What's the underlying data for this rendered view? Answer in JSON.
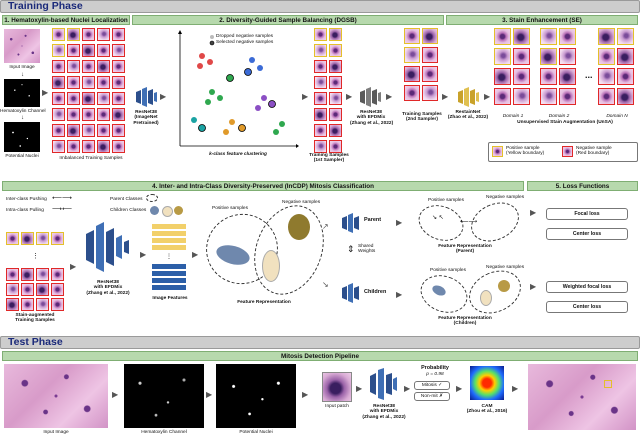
{
  "training_phase": {
    "title": "Training Phase"
  },
  "test_phase": {
    "title": "Test Phase"
  },
  "sections": {
    "s1": "1. Hematoxylin-based Nuclei Localization",
    "s2": "2. Diversity-Guided Sample Balancing (DGSB)",
    "s3": "3. Stain Enhancement (SE)",
    "s4": "4. Inter- and Intra-Class Diversity-Preserved (InCDP) Mitosis Classification",
    "s5": "5. Loss Functions",
    "pipeline": "Mitosis Detection Pipeline"
  },
  "s1": {
    "input_image": "Input Image",
    "hematoxylin_channel": "Hematoxylin Channel",
    "potential_nuclei": "Potential Nuclei",
    "imbalanced": "Imbalanced Training Samples"
  },
  "s2": {
    "resnet_a": "ResNet38",
    "resnet_b": "(ImageNet",
    "resnet_c": "Pretrained)",
    "legend_dropped": "Dropped negative samples",
    "legend_selected": "Selected negative samples",
    "clustering": "k-class feature clustering",
    "ts1_a": "Training Samples",
    "ts1_b": "(1st Sampler)",
    "efd_a": "ResNet38",
    "efd_b": "with EFDMix",
    "efd_c": "(Zhang et al., 2022)",
    "ts2_a": "Training Samples",
    "ts2_b": "(2nd Sampler)"
  },
  "s3": {
    "restain_a": "RestainNet",
    "restain_b": "(Zhao et al., 2022)",
    "domain1": "Domain 1",
    "domain2": "Domain 2",
    "domainN": "Domain N",
    "ellipsis": "...",
    "unsa": "Unsupervised Stain Augmentation (UnSA)",
    "pos_a": "Positive sample",
    "pos_b": "(Yellow boundary)",
    "neg_a": "Negative sample",
    "neg_b": "(Red boundary)"
  },
  "s4": {
    "inter": "Inter-class Pushing",
    "intra": "Intra-class Pulling",
    "parent_classes": "Parent Classes",
    "children_classes": "Children Classes",
    "stain_a": "Stain-augmented",
    "stain_b": "Training Samples",
    "res_a": "ResNet38",
    "res_b": "with EFDMix",
    "res_c": "(Zhang et al., 2022)",
    "image_features": "Image Features",
    "positive_samples": "Positive samples",
    "negative_samples": "Negative samples",
    "feature_rep": "Feature Representation",
    "parent": "Parent",
    "children": "Children",
    "shared_a": "Shared",
    "shared_b": "Weights",
    "fr_parent_a": "Feature Representation",
    "fr_parent_b": "(Parent)",
    "fr_child_a": "Feature Representation",
    "fr_child_b": "(Children)"
  },
  "s5": {
    "focal": "Focal loss",
    "center1": "Center loss",
    "weighted": "Weighted focal loss",
    "center2": "Center loss"
  },
  "test": {
    "input_image": "Input Image",
    "hematoxylin_channel": "Hematoxylin Channel",
    "potential_nuclei": "Potential Nuclei",
    "input_patch": "Input patch",
    "res_a": "ResNet38",
    "res_b": "with EFDMix",
    "res_c": "(Zhang et al., 2022)",
    "probability": "Probability",
    "p_value": "p = 0.98",
    "mitosis": "Mitosis ✓",
    "nonmit": "Non-mit ✗",
    "cam_a": "CAM",
    "cam_b": "(Zhou et al., 2016)"
  },
  "colors": {
    "section_green": "#b7d9ad",
    "phase_gray": "#cdcdcd",
    "title_blue": "#1b2a7a",
    "net_blue": "#3f6fb5",
    "net_gray": "#7d7d7d",
    "net_yellow": "#e0c050"
  }
}
